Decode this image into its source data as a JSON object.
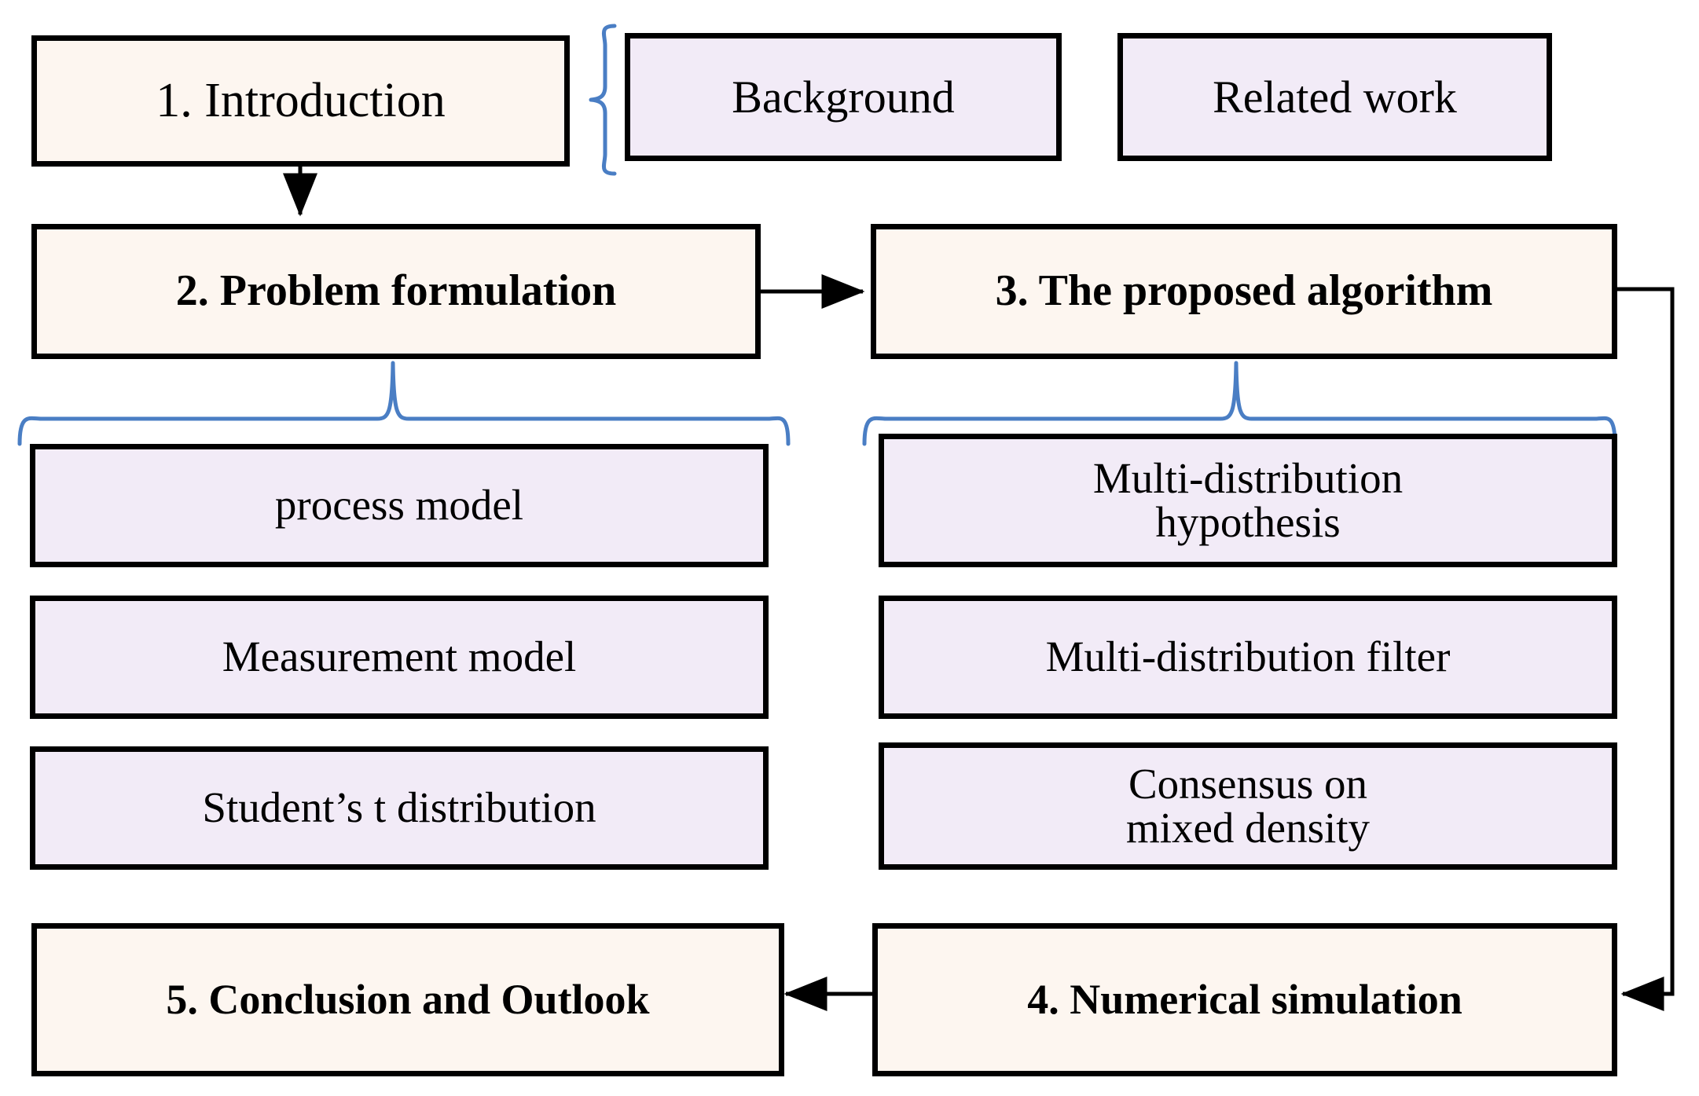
{
  "diagram": {
    "title": "Paper organization flowchart",
    "colors": {
      "section_box_fill": "#fdf6f0",
      "subsection_box_fill": "#f2ebf7",
      "box_border": "#000000",
      "brace_color": "#4a7ec4",
      "arrow_color": "#000000",
      "background": "#ffffff"
    },
    "nodes": {
      "introduction": {
        "label": "1. Introduction",
        "style": "section",
        "bold": false
      },
      "background": {
        "label": "Background",
        "style": "subsection",
        "bold": false
      },
      "related_work": {
        "label": "Related work",
        "style": "subsection",
        "bold": false
      },
      "problem_formulation": {
        "label": "2. Problem formulation",
        "style": "section",
        "bold": true
      },
      "proposed_algorithm": {
        "label": "3. The proposed algorithm",
        "style": "section",
        "bold": true
      },
      "process_model": {
        "label": "process model",
        "style": "subsection",
        "bold": false
      },
      "measurement_model": {
        "label": "Measurement model",
        "style": "subsection",
        "bold": false
      },
      "students_t_distribution": {
        "label": "Student’s t distribution",
        "style": "subsection",
        "bold": false
      },
      "multi_distribution_hypothesis": {
        "label": "Multi-distribution\nhypothesis",
        "style": "subsection",
        "bold": false
      },
      "multi_distribution_filter": {
        "label": "Multi-distribution filter",
        "style": "subsection",
        "bold": false
      },
      "consensus_on_mixed_density": {
        "label": "Consensus on\nmixed density",
        "style": "subsection",
        "bold": false
      },
      "numerical_simulation": {
        "label": "4. Numerical simulation",
        "style": "section",
        "bold": true
      },
      "conclusion_and_outlook": {
        "label": "5. Conclusion and Outlook",
        "style": "section",
        "bold": true
      }
    },
    "edges": [
      {
        "from": "introduction",
        "to": "problem_formulation",
        "kind": "arrow",
        "direction": "down"
      },
      {
        "from": "problem_formulation",
        "to": "proposed_algorithm",
        "kind": "arrow",
        "direction": "right"
      },
      {
        "from": "proposed_algorithm",
        "to": "numerical_simulation",
        "kind": "arrow",
        "direction": "right-down-left"
      },
      {
        "from": "numerical_simulation",
        "to": "conclusion_and_outlook",
        "kind": "arrow",
        "direction": "left"
      },
      {
        "from": "introduction",
        "to": "background",
        "kind": "brace",
        "orientation": "vertical"
      },
      {
        "from": "problem_formulation",
        "to": "left-subsections",
        "kind": "brace",
        "orientation": "horizontal"
      },
      {
        "from": "proposed_algorithm",
        "to": "right-subsections",
        "kind": "brace",
        "orientation": "horizontal"
      }
    ]
  }
}
